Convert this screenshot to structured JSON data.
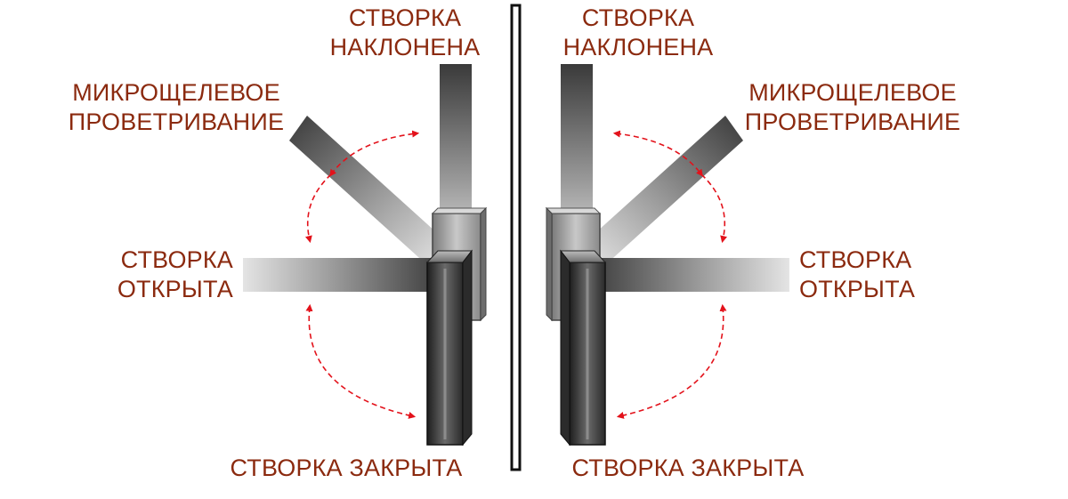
{
  "colors": {
    "label": "#8b2a0f",
    "arrow": "#e3121b",
    "divider": "#111111",
    "handle_dark": "#2e2e2e",
    "handle_light": "#d8d8d8"
  },
  "icons": {
    "arrow": "red-dashed-curved-arrow",
    "handle": "window-handle"
  },
  "left": {
    "tilted": [
      "СТВОРКА",
      "НАКЛОНЕНА"
    ],
    "micro_vent": [
      "МИКРОЩЕЛЕВОЕ",
      "ПРОВЕТРИВАНИЕ"
    ],
    "opened": [
      "СТВОРКА",
      "ОТКРЫТА"
    ],
    "closed": "СТВОРКА ЗАКРЫТА"
  },
  "right": {
    "tilted": [
      "СТВОРКА",
      "НАКЛОНЕНА"
    ],
    "micro_vent": [
      "МИКРОЩЕЛЕВОЕ",
      "ПРОВЕТРИВАНИЕ"
    ],
    "opened": [
      "СТВОРКА",
      "ОТКРЫТА"
    ],
    "closed": "СТВОРКА ЗАКРЫТА"
  }
}
